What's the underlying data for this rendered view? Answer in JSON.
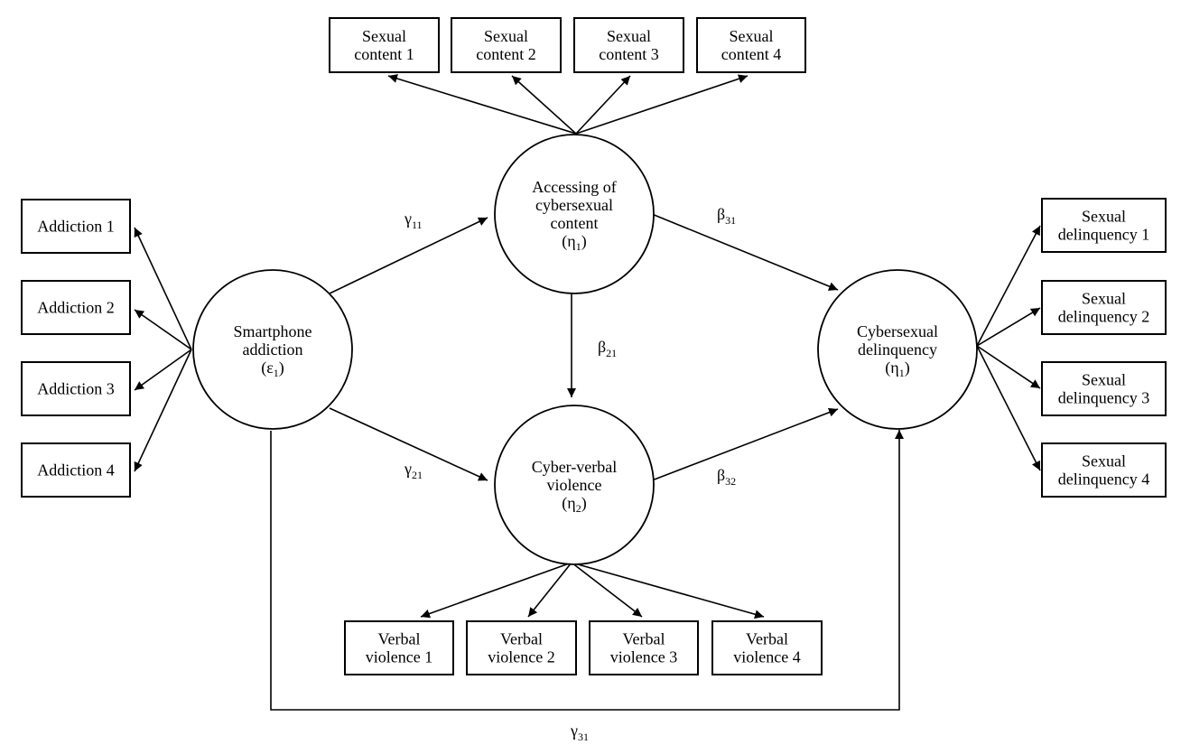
{
  "colors": {
    "ink": "#000000",
    "background": "#ffffff"
  },
  "latent": {
    "smartphone": {
      "lines": [
        "Smartphone",
        "addiction"
      ],
      "sym": "ε",
      "sub": "1"
    },
    "access": {
      "lines": [
        "Accessing of",
        "cybersexual",
        "content"
      ],
      "sym": "η",
      "sub": "1"
    },
    "verbal": {
      "lines": [
        "Cyber-verbal",
        "violence"
      ],
      "sym": "η",
      "sub": "2"
    },
    "delinq": {
      "lines": [
        "Cybersexual",
        "delinquency"
      ],
      "sym": "η",
      "sub": "1"
    }
  },
  "indicators": {
    "addiction": [
      {
        "lines": [
          "Addiction 1"
        ]
      },
      {
        "lines": [
          "Addiction 2"
        ]
      },
      {
        "lines": [
          "Addiction 3"
        ]
      },
      {
        "lines": [
          "Addiction 4"
        ]
      }
    ],
    "sexual_content": [
      {
        "lines": [
          "Sexual",
          "content 1"
        ]
      },
      {
        "lines": [
          "Sexual",
          "content 2"
        ]
      },
      {
        "lines": [
          "Sexual",
          "content 3"
        ]
      },
      {
        "lines": [
          "Sexual",
          "content 4"
        ]
      }
    ],
    "verbal_violence": [
      {
        "lines": [
          "Verbal",
          "violence 1"
        ]
      },
      {
        "lines": [
          "Verbal",
          "violence 2"
        ]
      },
      {
        "lines": [
          "Verbal",
          "violence 3"
        ]
      },
      {
        "lines": [
          "Verbal",
          "violence 4"
        ]
      }
    ],
    "sexual_delinquency": [
      {
        "lines": [
          "Sexual",
          "delinquency 1"
        ]
      },
      {
        "lines": [
          "Sexual",
          "delinquency 2"
        ]
      },
      {
        "lines": [
          "Sexual",
          "delinquency 3"
        ]
      },
      {
        "lines": [
          "Sexual",
          "delinquency 4"
        ]
      }
    ]
  },
  "paths": {
    "g11": {
      "sym": "γ",
      "sub": "11"
    },
    "g21": {
      "sym": "γ",
      "sub": "21"
    },
    "g31": {
      "sym": "γ",
      "sub": "31"
    },
    "b21": {
      "sym": "β",
      "sub": "21"
    },
    "b31": {
      "sym": "β",
      "sub": "31"
    },
    "b32": {
      "sym": "β",
      "sub": "32"
    }
  }
}
